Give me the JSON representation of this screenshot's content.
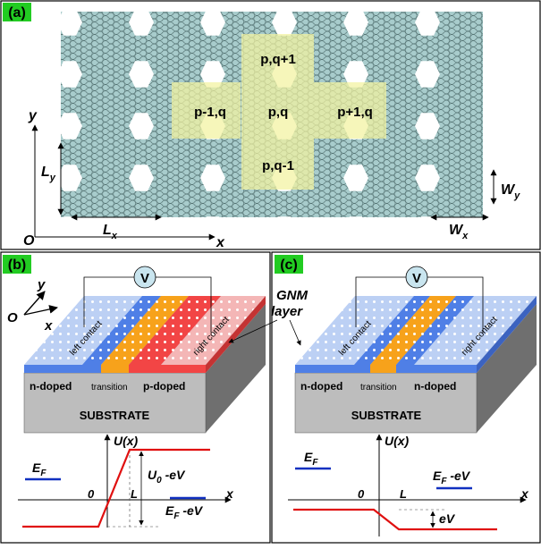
{
  "panel_a": {
    "label": "(a)",
    "cells": {
      "center": "p,q",
      "top": "p,q+1",
      "bottom": "p,q-1",
      "left": "p-1,q",
      "right": "p+1,q"
    },
    "axes": {
      "x": "x",
      "y": "y",
      "origin": "O"
    },
    "dims": {
      "Lx": "L",
      "Lx_sub": "x",
      "Ly": "L",
      "Ly_sub": "y",
      "Wx": "W",
      "Wx_sub": "x",
      "Wy": "W",
      "Wy_sub": "y"
    }
  },
  "panel_b": {
    "label": "(b)",
    "voltmeter": "V",
    "left_contact": "left contact",
    "right_contact": "right contact",
    "left_region": "n-doped",
    "mid_region": "transition",
    "right_region": "p-doped",
    "substrate": "SUBSTRATE",
    "axes_3d": {
      "y": "y",
      "origin": "O",
      "x": "x"
    },
    "plot": {
      "ylabel": "U(x)",
      "xlabel": "x",
      "zero": "0",
      "L": "L",
      "fermi": "E",
      "fermi_sub": "F",
      "fermi_right": "E",
      "fermi_right_sub": "F",
      "fermi_right_tail": " -eV",
      "barrier": "U",
      "barrier_sub": "0",
      "barrier_tail": " -eV"
    }
  },
  "panel_c": {
    "label": "(c)",
    "voltmeter": "V",
    "left_contact": "left contact",
    "right_contact": "right contact",
    "left_region": "n-doped",
    "mid_region": "transition",
    "right_region": "n-doped",
    "substrate": "SUBSTRATE",
    "callout_line1": "GNM",
    "callout_line2": "layer",
    "plot": {
      "ylabel": "U(x)",
      "xlabel": "x",
      "zero": "0",
      "L": "L",
      "fermi": "E",
      "fermi_sub": "F",
      "fermi_right": "E",
      "fermi_right_sub": "F",
      "fermi_right_tail": " -eV",
      "drop": "eV"
    }
  },
  "colors": {
    "label_bg": "#22cc22",
    "lattice": "#a8cccc",
    "highlight": "#f3f3a0",
    "n_blue": "#4f7fe6",
    "light_blue": "#bcd0f4",
    "orange": "#f7a21b",
    "red": "#f24545",
    "light_red": "#f4b6b6",
    "substrate": "#bdbdbd",
    "fermi": "#1030c0",
    "potential": "#e01010"
  }
}
